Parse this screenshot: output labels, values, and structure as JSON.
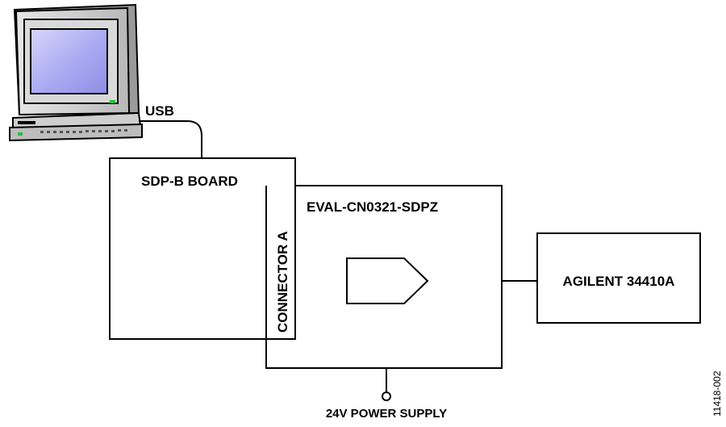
{
  "diagram": {
    "usb_label": "USB",
    "sdp_board_label": "SDP-B BOARD",
    "connector_label": "CONNECTOR A",
    "eval_board_label": "EVAL-CN0321-SDPZ",
    "meter_label": "AGILENT 34410A",
    "power_label": "24V POWER SUPPLY",
    "figure_id": "11418-002"
  },
  "colors": {
    "line": "#000000",
    "monitor_screen": "#a9a9f2",
    "monitor_body": "#cfcfcf",
    "monitor_shadow": "#8a8a8a",
    "led": "#27c23a"
  }
}
